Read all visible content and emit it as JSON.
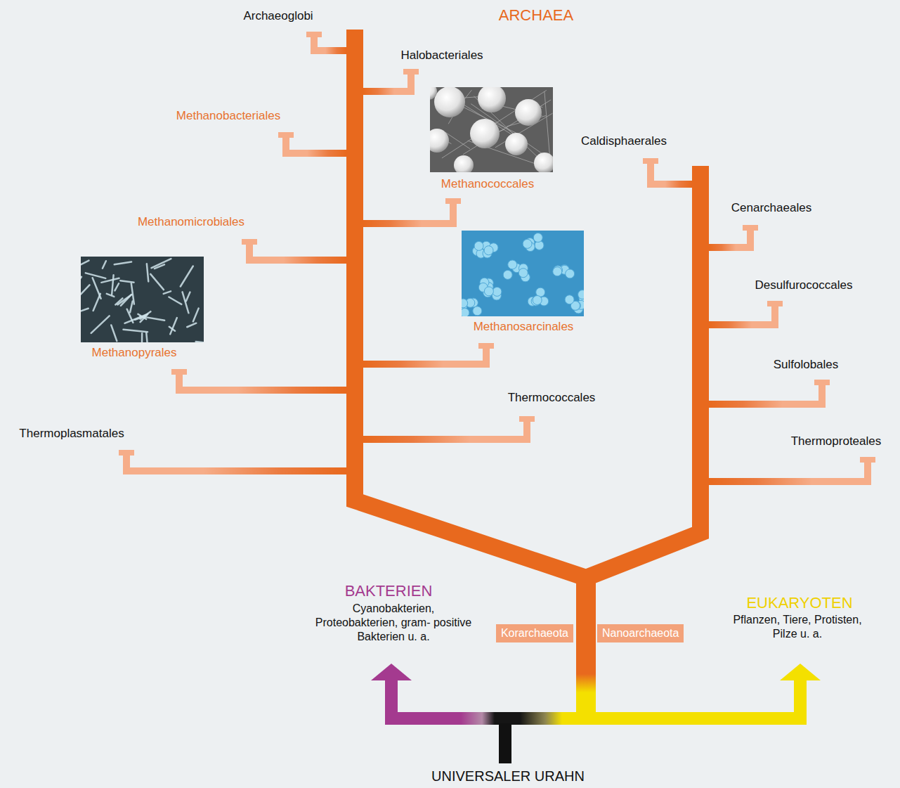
{
  "diagram": {
    "nodes": [
      {
        "text": [
          "Korarchaeota"
        ]
      },
      {
        "text": [
          "Nanoarchaeota"
        ]
      }
    ],
    "labels": [
      "ARCHAEA",
      "Archaeoglobi",
      "Halobacteriales",
      "Methanobacteriales",
      "Caldisphaerales",
      "Methanococcales",
      "Cenarchaeales",
      "Methanomicrobiales",
      "Desulfurococcales",
      "Methanosarcinales",
      "Methanopyrales",
      "Sulfolobales",
      "Thermococcales",
      "Thermoplasmatales",
      "Thermoproteales",
      "BAKTERIEN",
      "Cyanobakterien, Proteobakterien, gram- positive Bakterien u. a.",
      "EUKARYOTEN",
      "Pflanzen, Tiere, Protisten, Pilze u. a.",
      "UNIVERSALER URAHN"
    ]
  }
}
